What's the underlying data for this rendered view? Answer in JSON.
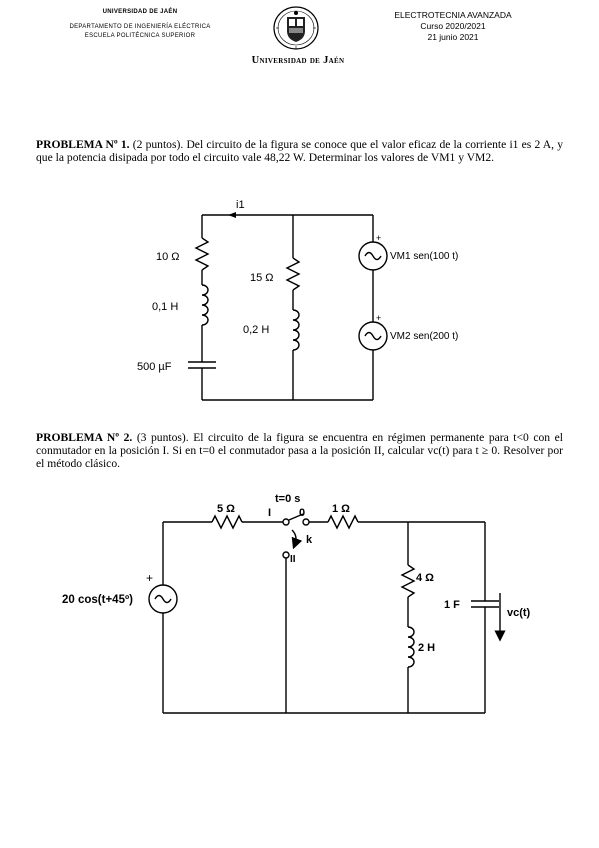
{
  "header": {
    "university": "UNIVERSIDAD DE JAÉN",
    "department": "DEPARTAMENTO DE INGENIERÍA ELÉCTRICA",
    "school": "ESCUELA POLITÉCNICA SUPERIOR",
    "course": "ELECTROTECNIA AVANZADA",
    "year": "Curso 2020/2021",
    "date": "21 junio 2021",
    "seal_name": "Universidad de Jaén"
  },
  "problem1": {
    "title": "PROBLEMA Nº 1.",
    "points": "(2 puntos).",
    "text": "Del circuito de la figura se conoce que el valor eficaz de la corriente i1 es 2 A, y que la potencia disipada por todo el circuito vale 48,22 W. Determinar los valores de VM1 y VM2.",
    "circuit": {
      "current_label": "i1",
      "r1": "10 Ω",
      "l1": "0,1 H",
      "c1": "500 µF",
      "r2": "15 Ω",
      "l2": "0,2 H",
      "plus1": "+",
      "src1": "VM1 sen(100 t)",
      "plus2": "+",
      "src2": "VM2 sen(200 t)"
    }
  },
  "problem2": {
    "title": "PROBLEMA Nº 2.",
    "points": "(3 puntos).",
    "text": "El circuito de la figura se encuentra en régimen permanente para t<0 con el conmutador en la posición I. Si en t=0 el conmutador pasa a la posición II, calcular vc(t) para t ≥ 0. Resolver por el método clásico.",
    "circuit": {
      "r1": "5 Ω",
      "switch_time": "t=0 s",
      "pos_i": "I",
      "pos_0": "0",
      "pos_ii": "II",
      "k": "k",
      "r2": "1 Ω",
      "r3": "4 Ω",
      "l": "2 H",
      "c": "1 F",
      "vc": "vc(t)",
      "plus": "+",
      "source": "20 cos(t+45º)"
    }
  }
}
